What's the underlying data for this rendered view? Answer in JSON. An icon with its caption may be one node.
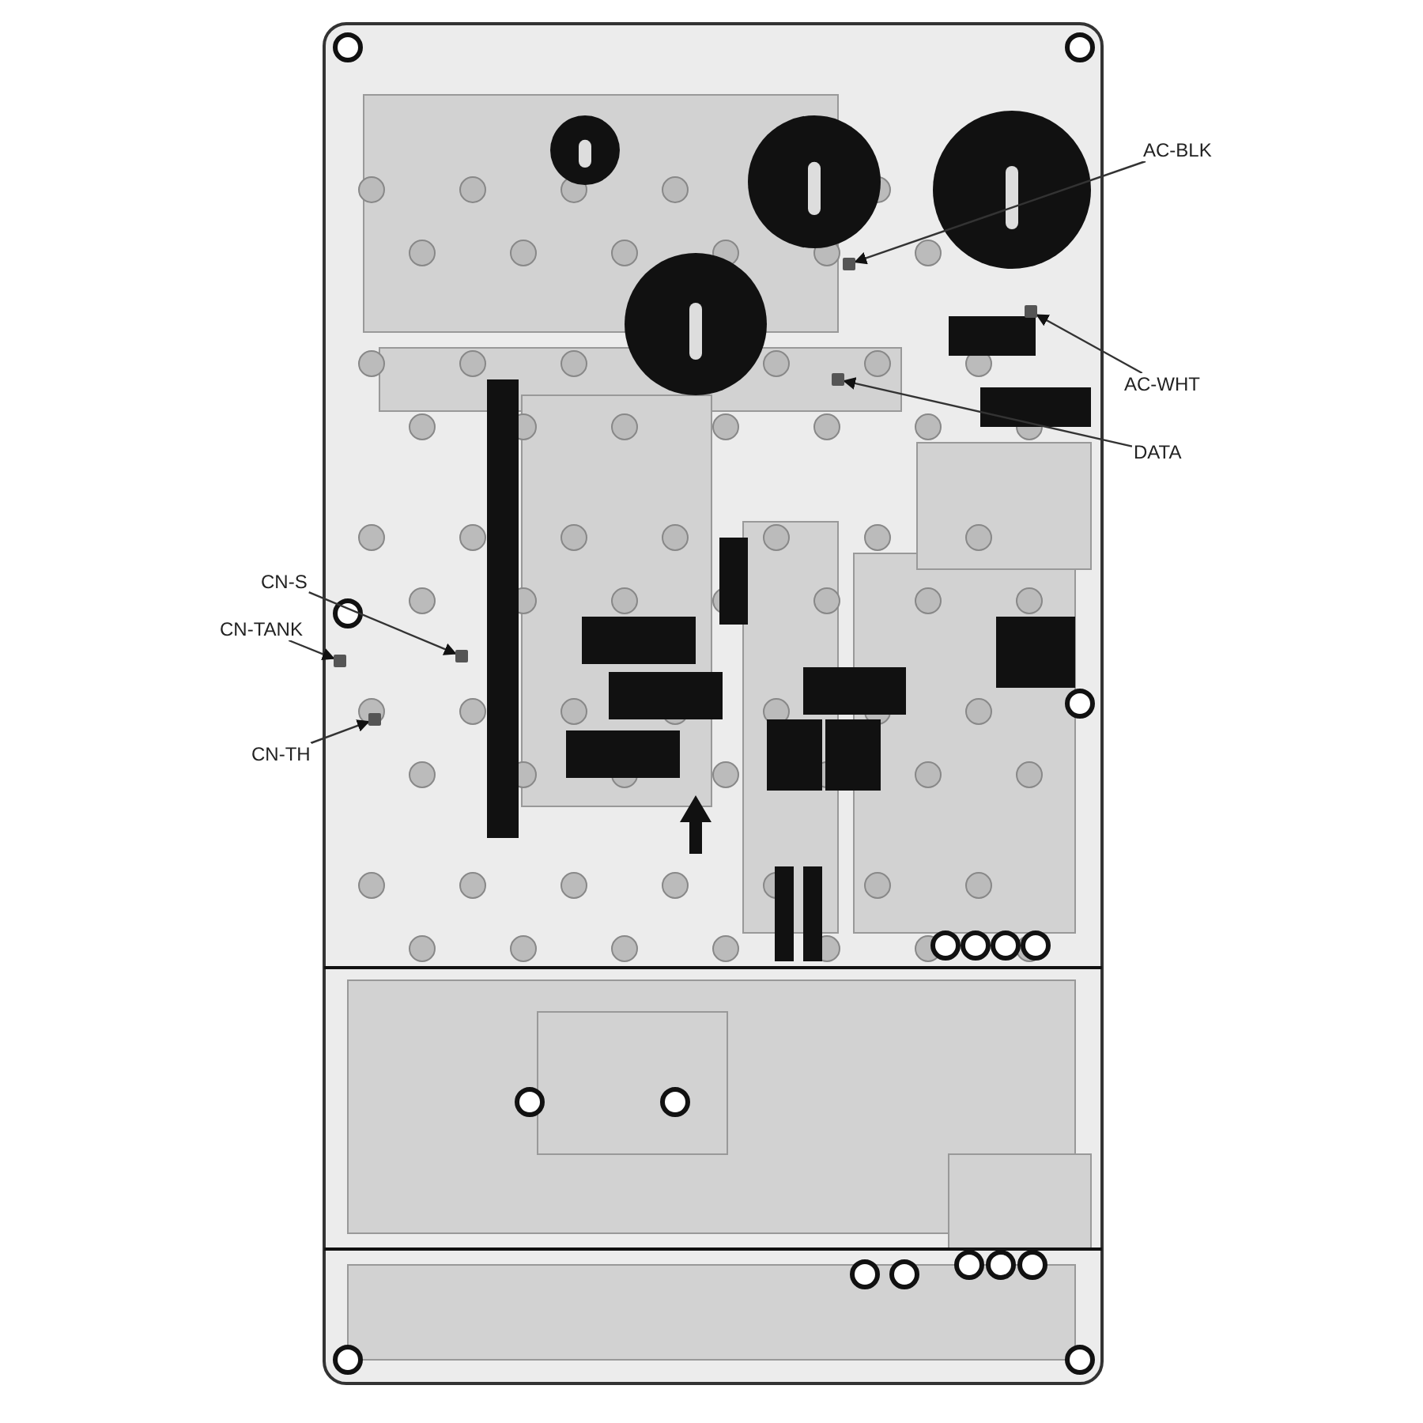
{
  "diagram": {
    "nodes": [
      {
        "text": [
          "AC-BLK"
        ]
      },
      {
        "text": [
          "AC-WHT"
        ]
      },
      {
        "text": [
          "DATA"
        ]
      },
      {
        "text": [
          "CN-S"
        ]
      },
      {
        "text": [
          "CN-TANK"
        ]
      },
      {
        "text": [
          "CN-TH"
        ]
      },
      {
        "text": [],
        "shape": "box"
      },
      {
        "text": [],
        "shape": "box"
      },
      {
        "text": [],
        "shape": "box"
      },
      {
        "text": [],
        "shape": "box"
      },
      {
        "text": [],
        "shape": "box"
      },
      {
        "text": [],
        "shape": "box"
      }
    ],
    "edges": [
      {
        "from": 0,
        "to": 6,
        "arrow": "to"
      },
      {
        "from": 1,
        "to": 7,
        "arrow": "to"
      },
      {
        "from": 2,
        "to": 8,
        "arrow": "to"
      },
      {
        "from": 3,
        "to": 9,
        "arrow": "to"
      },
      {
        "from": 4,
        "to": 10,
        "arrow": "to"
      },
      {
        "from": 5,
        "to": 11,
        "arrow": "to"
      }
    ]
  }
}
